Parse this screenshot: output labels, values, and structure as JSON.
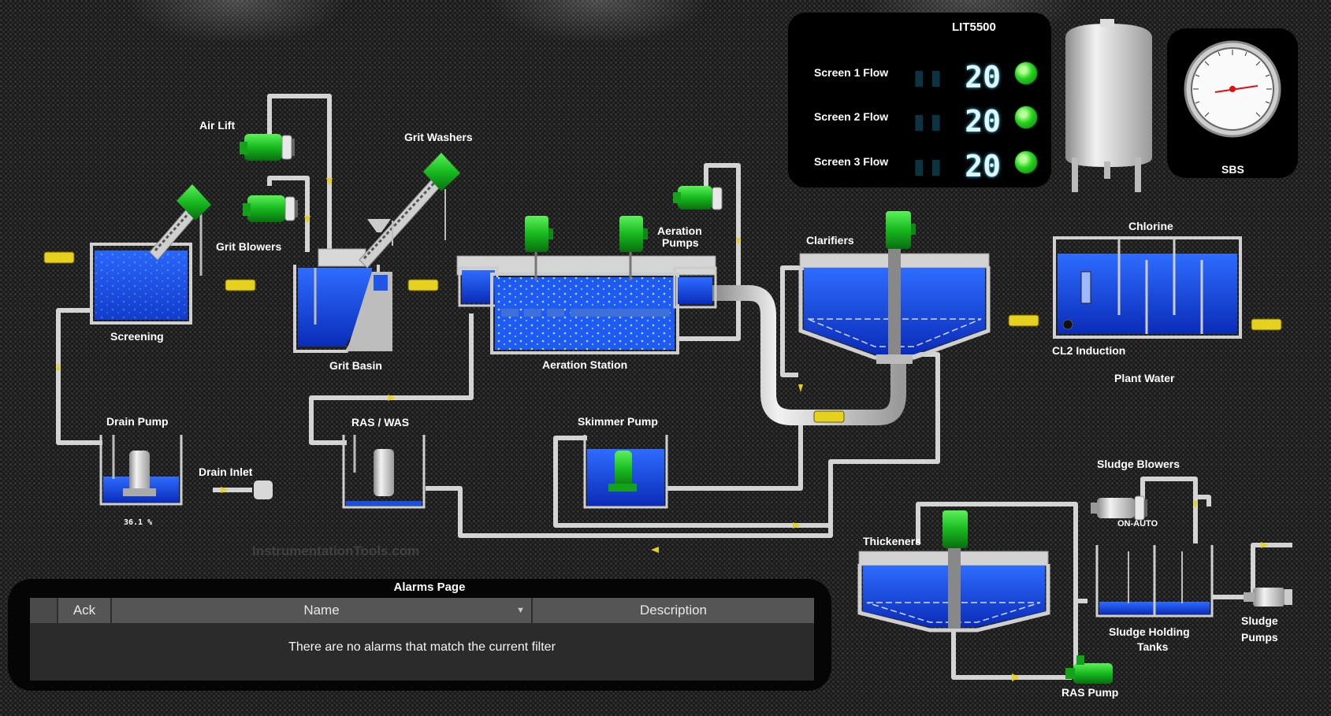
{
  "labels": {
    "air_lift": "Air Lift",
    "grit_washers": "Grit Washers",
    "grit_blowers": "Grit Blowers",
    "screening": "Screening",
    "grit_basin": "Grit Basin",
    "aeration_pumps_1": "Aeration",
    "aeration_pumps_2": "Pumps",
    "aeration_station": "Aeration Station",
    "clarifiers": "Clarifiers",
    "chlorine": "Chlorine",
    "cl2_induction": "CL2 Induction",
    "plant_water": "Plant Water",
    "drain_pump": "Drain Pump",
    "drain_inlet": "Drain Inlet",
    "drain_level": "36.1 %",
    "ras_was": "RAS / WAS",
    "skimmer_pump": "Skimmer Pump",
    "thickeners": "Thickeners",
    "sludge_blowers": "Sludge Blowers",
    "on_auto": "ON-AUTO",
    "sludge_holding_1": "Sludge Holding",
    "sludge_holding_2": "Tanks",
    "sludge_pumps_1": "Sludge",
    "sludge_pumps_2": "Pumps",
    "ras_pump": "RAS Pump",
    "sbs": "SBS"
  },
  "flow_panel": {
    "tag": "LIT5500",
    "rows": [
      {
        "label": "Screen 1 Flow",
        "value": "20",
        "ghost": "▮▮"
      },
      {
        "label": "Screen 2 Flow",
        "value": "20",
        "ghost": "▮▮"
      },
      {
        "label": "Screen 3 Flow",
        "value": "20",
        "ghost": "▮▮"
      }
    ]
  },
  "alarms": {
    "title": "Alarms Page",
    "columns": [
      "",
      "Ack",
      "Name",
      "Description"
    ],
    "empty_message": "There are no alarms that match the current filter"
  },
  "watermark": "InstrumentationTools.com",
  "colors": {
    "water": "#1a4fe0",
    "pipe": "#d9d9d9",
    "motor_green": "#1fbf2a",
    "arrow_yellow": "#e6d21e",
    "status_led": "#26d21f"
  }
}
